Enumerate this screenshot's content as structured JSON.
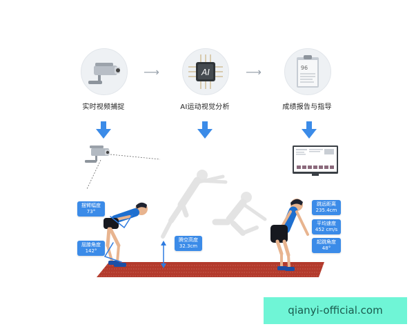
{
  "steps": [
    {
      "label": "实时视频捕捉",
      "icon": "camera-icon"
    },
    {
      "label": "AI运动视觉分析",
      "icon": "ai-chip-icon"
    },
    {
      "label": "成绩报告与指导",
      "icon": "report-icon"
    }
  ],
  "chip_text": "AI",
  "report_score": "96",
  "metrics": {
    "arm_swing": {
      "name": "摆臂幅度",
      "value": "73°"
    },
    "knee_angle": {
      "name": "屈膝角度",
      "value": "142°"
    },
    "air_height": {
      "name": "腾空高度",
      "value": "32.3cm"
    },
    "distance": {
      "name": "跳远距离",
      "value": "235.4cm"
    },
    "speed": {
      "name": "平均速度",
      "value": "452 cm/s"
    },
    "takeoff_angle": {
      "name": "起跳角度",
      "value": "48°"
    }
  },
  "colors": {
    "accent": "#3b8be8",
    "track": "#b33a2c",
    "watermark_bg": "#6ff5d6"
  },
  "watermark": "qianyi-official.com"
}
